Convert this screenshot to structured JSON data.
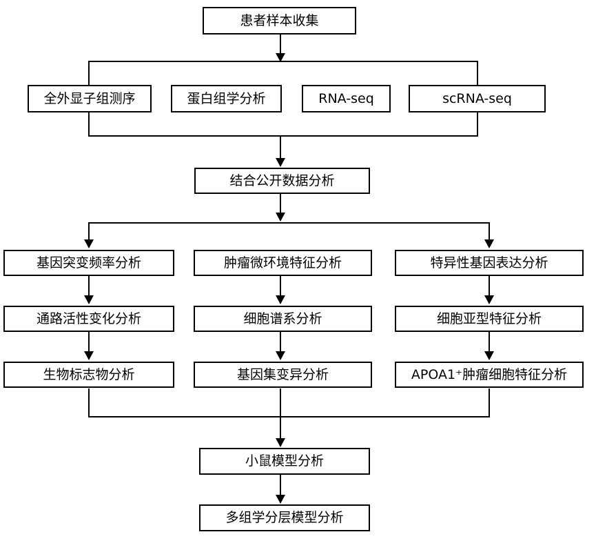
{
  "flowchart": {
    "nodes": {
      "patient_collection": "患者样本收集",
      "wes": "全外显子组测序",
      "proteomics": "蛋白组学分析",
      "rna_seq": "RNA-seq",
      "sc_rna_seq": "scRNA-seq",
      "public_data_integration": "结合公开数据分析",
      "gene_mutation_frequency": "基因突变频率分析",
      "tumor_microenvironment": "肿瘤微环境特征分析",
      "specific_gene_expression": "特异性基因表达分析",
      "pathway_activity": "通路活性变化分析",
      "cell_lineage": "细胞谱系分析",
      "cell_subtype": "细胞亚型特征分析",
      "biomarker": "生物标志物分析",
      "gene_set_variation": "基因集变异分析",
      "apoa1_tumor_cell": "APOA1⁺肿瘤细胞特征分析",
      "mouse_model": "小鼠模型分析",
      "multiomics_stratification": "多组学分层模型分析"
    },
    "colors": {
      "line": "#000000",
      "box_border": "#000000",
      "box_fill": "#ffffff",
      "text": "#000000",
      "background": "#ffffff"
    }
  }
}
